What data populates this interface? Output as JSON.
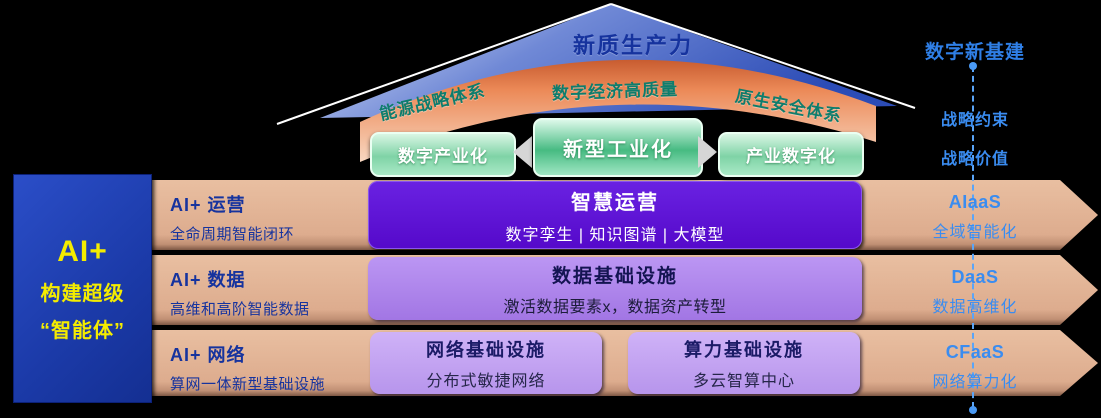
{
  "pyramid": {
    "title": "新质生产力"
  },
  "arc": {
    "labels": [
      "能源战略体系",
      "数字经济高质量",
      "原生安全体系"
    ]
  },
  "green_row": {
    "left": "数字产业化",
    "center": "新型工业化",
    "right": "产业数字化"
  },
  "strategy": {
    "title": "数字新基建",
    "notes": [
      "战略约束",
      "战略价值"
    ]
  },
  "left_panel": {
    "line1": "AI+",
    "line2": "构建超级",
    "line3": "“智能体”"
  },
  "rows": [
    {
      "label": "AI+ 运营",
      "sublabel": "全命周期智能闭环",
      "box": {
        "title": "智慧运营",
        "subtitle": "数字孪生 | 知识图谱 | 大模型"
      },
      "service": "AIaaS",
      "service_sub": "全域智能化"
    },
    {
      "label": "AI+ 数据",
      "sublabel": "高维和高阶智能数据",
      "box": {
        "title": "数据基础设施",
        "subtitle": "激活数据要素x，数据资产转型"
      },
      "service": "DaaS",
      "service_sub": "数据高维化"
    },
    {
      "label": "AI+ 网络",
      "sublabel": "算网一体新型基础设施",
      "box1": {
        "title": "网络基础设施",
        "subtitle": "分布式敏捷网络"
      },
      "box2": {
        "title": "算力基础设施",
        "subtitle": "多云智算中心"
      },
      "service": "CFaaS",
      "service_sub": "网络算力化"
    }
  ],
  "palette": {
    "background": "#000000",
    "pyramid_blue": "#4d6cc8",
    "arc_orange": "#ec8a58",
    "green_box": "#47bb82",
    "band_tan": "#ddac8e",
    "panel_blue": "#1b3aa8",
    "panel_yellow": "#f4ec00",
    "deep_purple": "#5509ca",
    "mid_purple": "#a276e4",
    "light_purple": "#b795ec",
    "label_navy": "#16339e",
    "accent_blue": "#3a8cf0",
    "arc_text_teal": "#0e7d6d"
  }
}
